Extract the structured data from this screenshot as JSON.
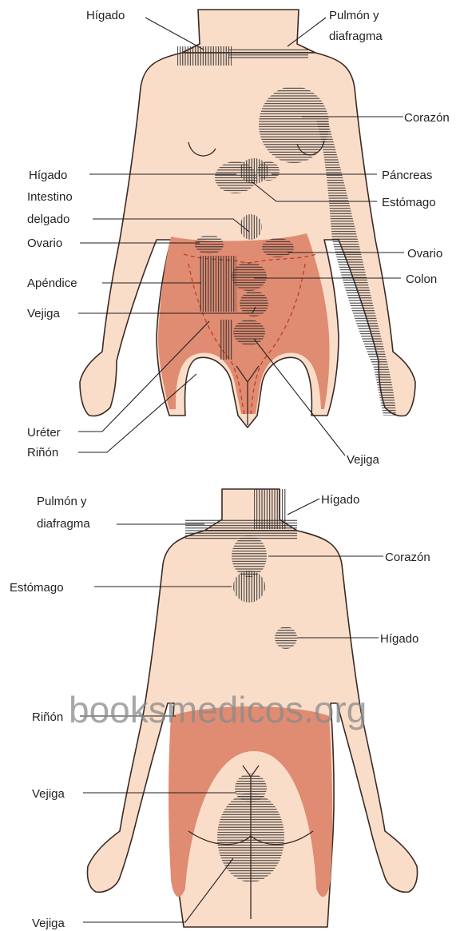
{
  "colors": {
    "skin": "#f9ddc9",
    "outline": "#3a2a25",
    "referred_pain_zone": "#e08c72",
    "hatch": "#2b2b2b",
    "label": "#231f20",
    "watermark": "#8a8a8a"
  },
  "front_view": {
    "labels": {
      "higado_top": "Hígado",
      "pulmon_top": "Pulmón y",
      "pulmon_top_2": "diafragma",
      "corazon": "Corazón",
      "higado_mid": "Hígado",
      "pancreas": "Páncreas",
      "intestino_1": "Intestino",
      "intestino_2": "delgado",
      "estomago": "Estómago",
      "ovario_left": "Ovario",
      "ovario_right": "Ovario",
      "apendice": "Apéndice",
      "colon": "Colon",
      "vejiga_left": "Vejiga",
      "ureter": "Uréter",
      "rinon": "Riñón",
      "vejiga_bottom": "Vejiga"
    }
  },
  "back_view": {
    "labels": {
      "pulmon_1": "Pulmón y",
      "pulmon_2": "diafragma",
      "higado_top": "Hígado",
      "corazon": "Corazón",
      "estomago": "Estómago",
      "higado_right": "Hígado",
      "rinon": "Riñón",
      "vejiga_mid": "Vejiga",
      "vejiga_bottom": "Vejiga"
    }
  },
  "watermark": "booksmedicos.org"
}
